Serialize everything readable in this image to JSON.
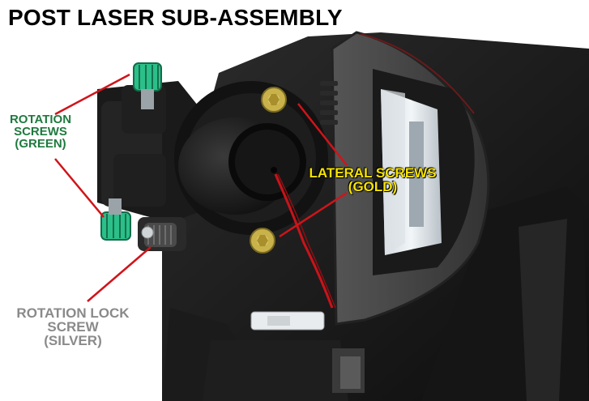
{
  "title": "POST LASER SUB-ASSEMBLY",
  "labels": {
    "rotation_screws": {
      "line1": "ROTATION",
      "line2": "SCREWS",
      "line3": "(GREEN)"
    },
    "lateral_screws": {
      "line1": "LATERAL SCREWS",
      "line2": "(GOLD)"
    },
    "rotation_lock_screw": {
      "line1": "ROTATION LOCK",
      "line2": "SCREW",
      "line3": "(SILVER)"
    }
  },
  "colors": {
    "rotation_screws_text": "#1f7a3f",
    "lateral_screws_text": "#f7e300",
    "rotation_lock_text": "#8a8a8a",
    "pointer_lines": "#d0141a",
    "green_screw": "#2bbf8a",
    "gold_screw": "#c9b24a"
  }
}
